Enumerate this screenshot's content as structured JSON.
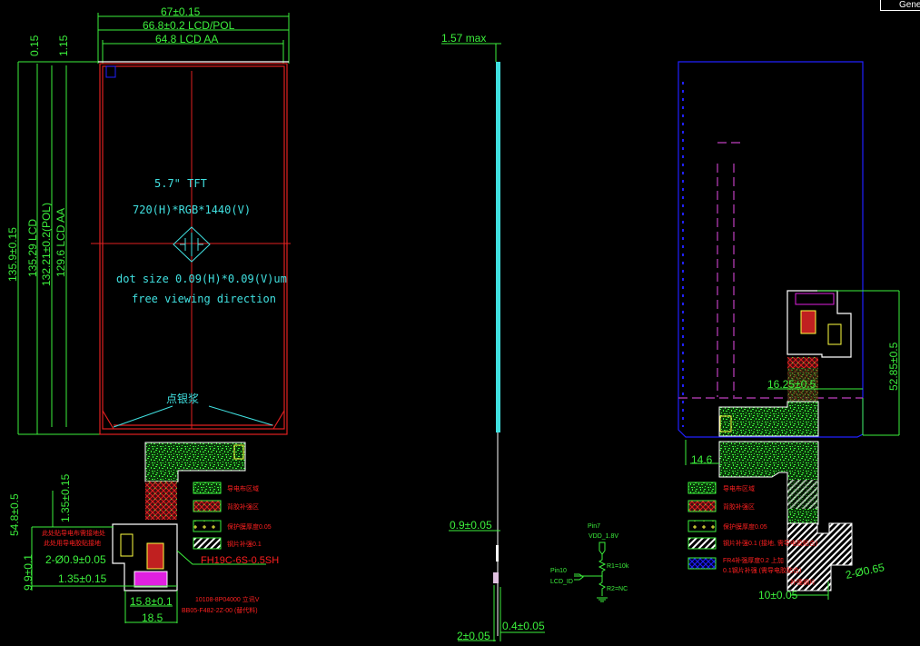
{
  "tab": {
    "label": "Gene"
  },
  "front_view": {
    "width_total": "67±0.15",
    "width_lcd_pol": "66.8±0.2 LCD/POL",
    "width_lcd_aa": "64.8 LCD AA",
    "offset_1": "0.15",
    "offset_2": "1.15",
    "height_total": "135.9±0.15",
    "height_lcd": "135.29 LCD",
    "height_pol": "132.21±0.2(POL)",
    "height_aa": "129.6 LCD AA",
    "size_label": "5.7\" TFT",
    "resolution": "720(H)*RGB*1440(V)",
    "dot_size": "dot size 0.09(H)*0.09(V)um",
    "viewing": "free viewing direction",
    "silver_paste": "点银浆",
    "fpc_length": "54.8±0.5",
    "dim_135_a": "1.35±0.15",
    "dim_9_9": "9.9±0.1",
    "holes": "2-Ø0.9±0.05",
    "dim_135_b": "1.35±0.15",
    "conn_width": "15.8±0.1",
    "fpc_width": "18.5",
    "connector": "FH19C-6S-0.5SH",
    "conn_note_1": "10108-8P04000 立讯V",
    "conn_note_2": "BB05-F482-2Z-00 (替代料)",
    "side_note_1": "此处贴导电布需接地处",
    "side_note_2": "此处用导电胶贴接地",
    "legend": [
      {
        "label": "导电布区域"
      },
      {
        "label": "背胶补强区"
      },
      {
        "label": "保护膜厚度0.05"
      },
      {
        "label": "钢片补强0.1"
      }
    ]
  },
  "side_view": {
    "thickness": "1.57 max",
    "dim_09": "0.9±0.05",
    "dim_2": "2±0.05",
    "dim_04": "0.4±0.05",
    "schematic": {
      "pin7": "Pin7",
      "vdd": "VDD_1.8V",
      "r1": "R1=10k",
      "pin10": "Pin10",
      "lcd_id": "LCD_ID",
      "r2": "R2=NC"
    }
  },
  "back_view": {
    "dim_1625": "16.25±0.5",
    "dim_5285": "52.85±0.5",
    "dim_146": "14.6",
    "dim_10": "10±0.05",
    "holes": "2-Ø0.65",
    "stiffener_label": "补强钢片",
    "legend": [
      {
        "label": "导电布区域"
      },
      {
        "label": "背胶补强区"
      },
      {
        "label": "保护膜厚度0.05"
      },
      {
        "label": "钢片补强0.1 (接地, 需导电胶贴合)"
      },
      {
        "label": "FR4补强厚度0.2 上加"
      },
      {
        "label": "0.1钢片补强 (需导电胶贴合)"
      }
    ]
  }
}
